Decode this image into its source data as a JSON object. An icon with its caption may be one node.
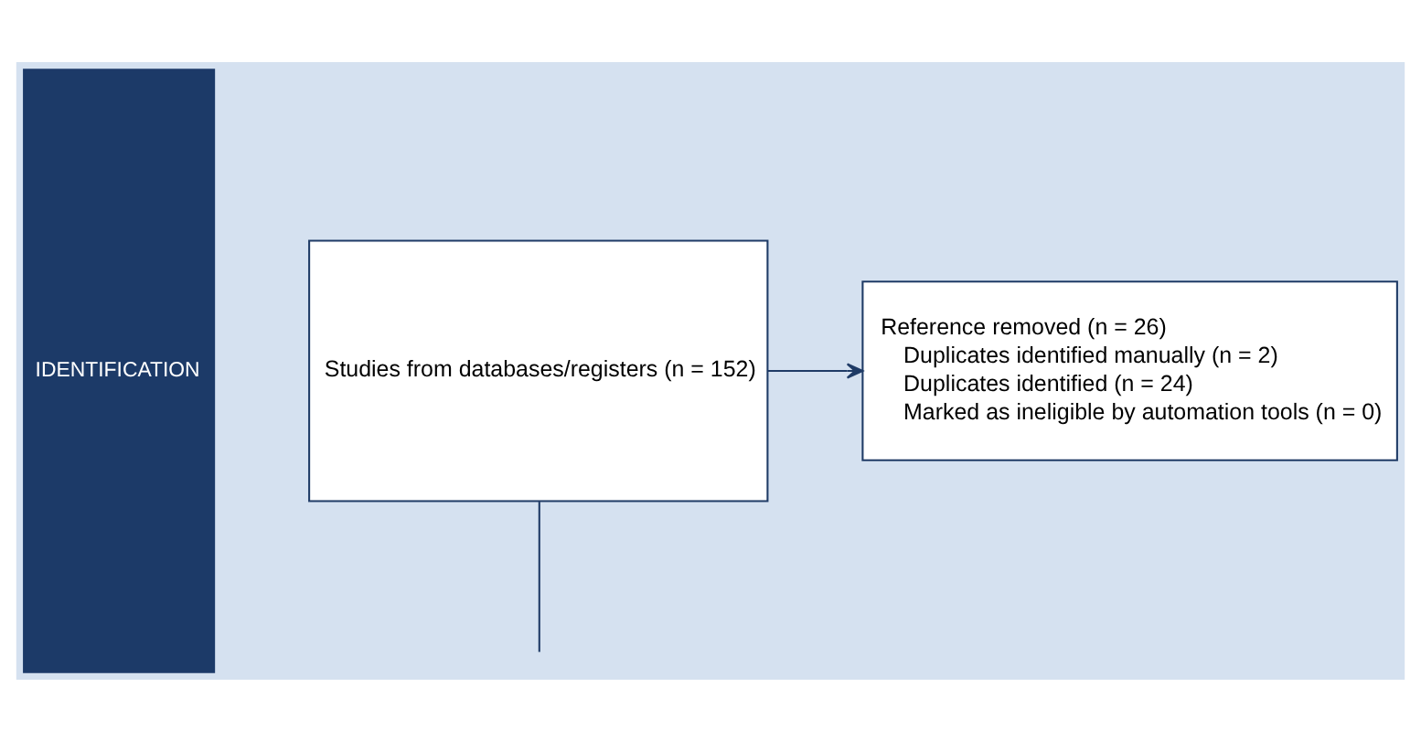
{
  "diagram": {
    "nodes": [
      {
        "text": [
          "IDENTIFICATION"
        ]
      },
      {
        "text": [
          "Studies from databases/registers (n = 152)"
        ]
      },
      {
        "text": [
          "Reference removed (n = 26)",
          "Duplicates identified manually (n = 2)",
          "Duplicates identified (n = 24)",
          "Marked as ineligible by automation tools (n = 0)"
        ]
      }
    ],
    "edges": [
      {
        "from": 1,
        "to": 2,
        "arrow": "to"
      },
      {
        "from": 1,
        "to": null,
        "arrow": "none"
      }
    ]
  }
}
